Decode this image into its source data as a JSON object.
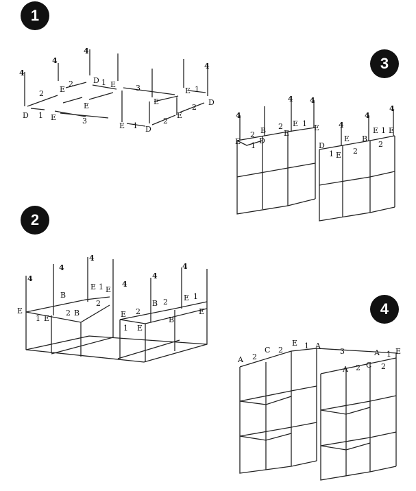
{
  "steps": [
    {
      "number": "1"
    },
    {
      "number": "2"
    },
    {
      "number": "3"
    },
    {
      "number": "4"
    }
  ],
  "part_labels": {
    "rod_1": "1",
    "rod_2": "2",
    "rod_3": "3",
    "rod_4": "4",
    "conn_a": "A",
    "conn_b": "B",
    "conn_c": "C",
    "conn_d": "D",
    "conn_e": "E"
  }
}
